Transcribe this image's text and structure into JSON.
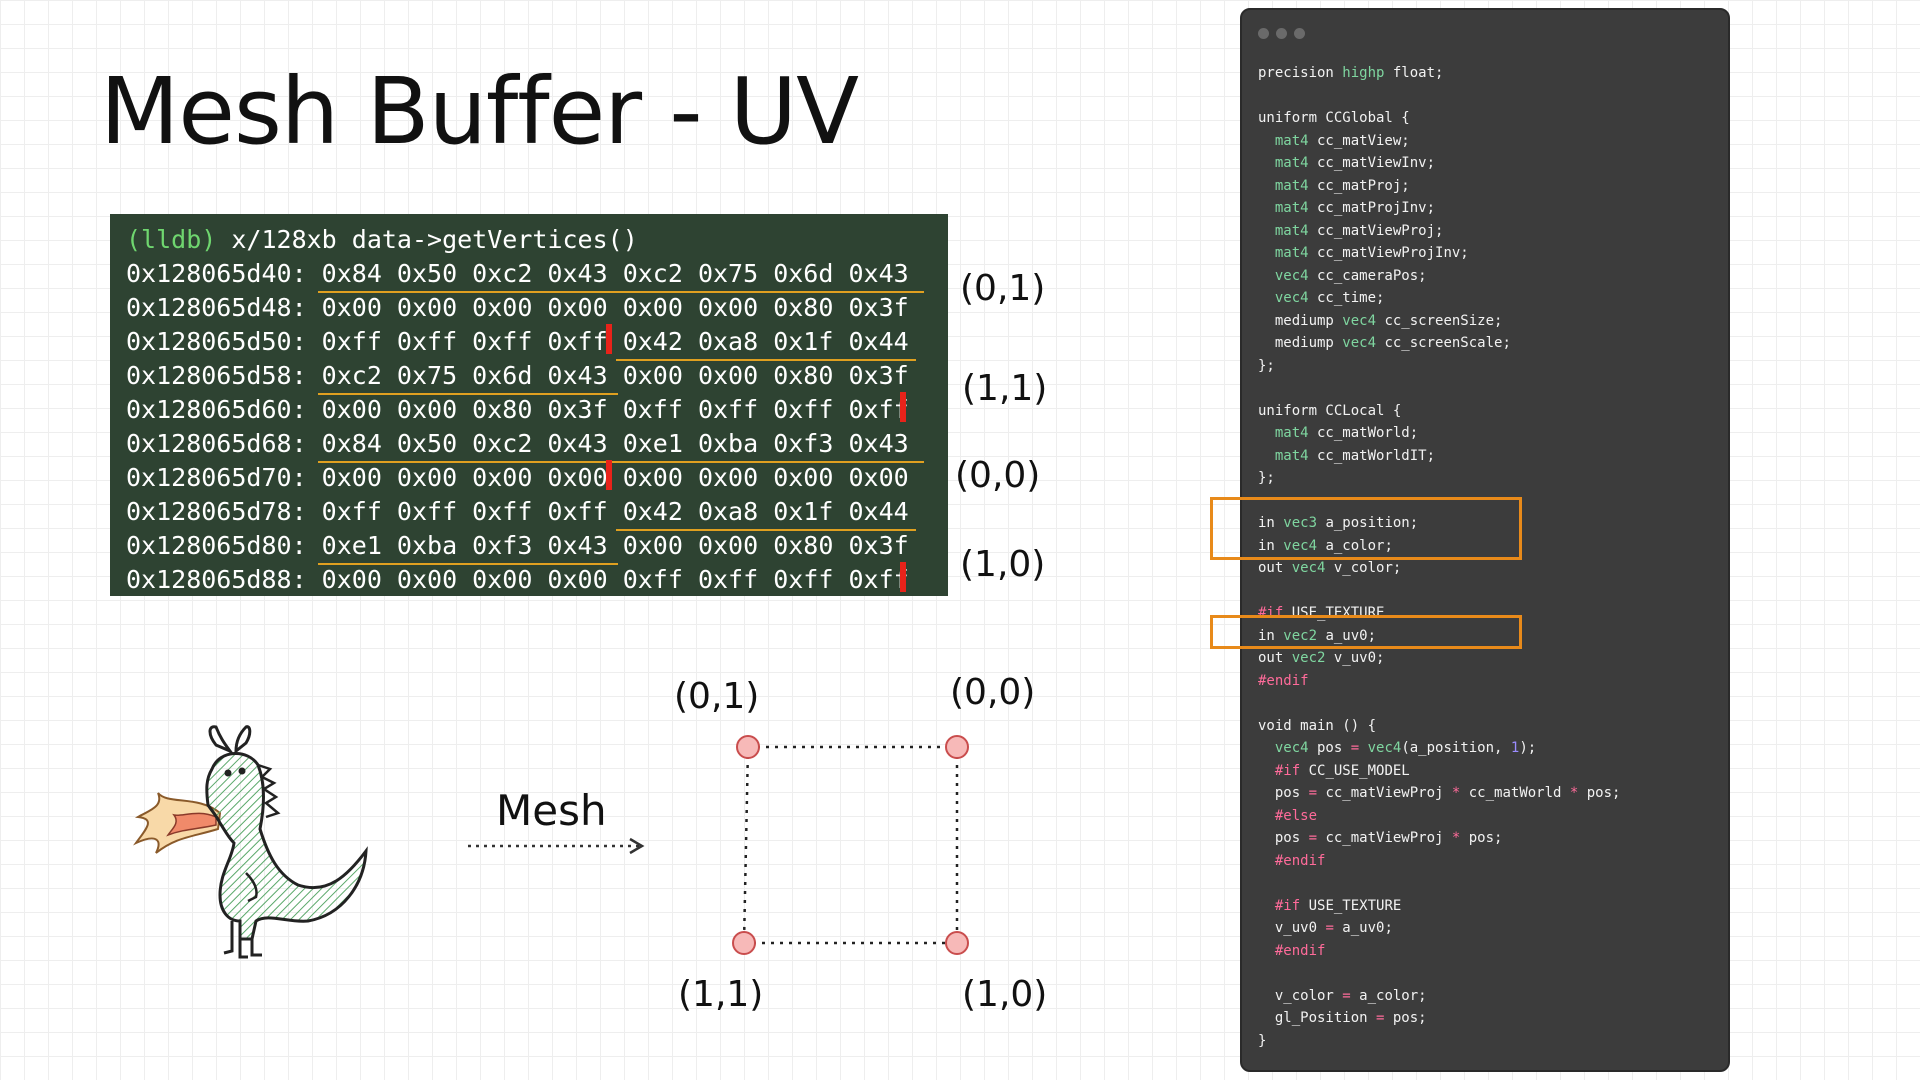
{
  "title": "Mesh Buffer - UV",
  "terminal": {
    "prompt": "(lldb)",
    "command": " x/128xb data->getVertices()",
    "rows": [
      "0x128065d40: 0x84 0x50 0xc2 0x43 0xc2 0x75 0x6d 0x43",
      "0x128065d48: 0x00 0x00 0x00 0x00 0x00 0x00 0x80 0x3f",
      "0x128065d50: 0xff 0xff 0xff 0xff 0x42 0xa8 0x1f 0x44",
      "0x128065d58: 0xc2 0x75 0x6d 0x43 0x00 0x00 0x80 0x3f",
      "0x128065d60: 0x00 0x00 0x80 0x3f 0xff 0xff 0xff 0xff",
      "0x128065d68: 0x84 0x50 0xc2 0x43 0xe1 0xba 0xf3 0x43",
      "0x128065d70: 0x00 0x00 0x00 0x00 0x00 0x00 0x00 0x00",
      "0x128065d78: 0xff 0xff 0xff 0xff 0x42 0xa8 0x1f 0x44",
      "0x128065d80: 0xe1 0xba 0xf3 0x43 0x00 0x00 0x80 0x3f",
      "0x128065d88: 0x00 0x00 0x00 0x00 0xff 0xff 0xff 0xff"
    ]
  },
  "uv_labels": [
    "(0,1)",
    "(1,1)",
    "(0,0)",
    "(1,0)"
  ],
  "quad": {
    "top_left": "(0,1)",
    "top_right": "(0,0)",
    "bottom_left": "(1,1)",
    "bottom_right": "(1,0)"
  },
  "mesh_label": "Mesh",
  "code_lines": [
    [
      {
        "t": "precision "
      },
      {
        "t": "highp",
        "c": "kw"
      },
      {
        "t": " float;"
      }
    ],
    [],
    [
      {
        "t": "uniform CCGlobal {"
      }
    ],
    [
      {
        "t": "  "
      },
      {
        "t": "mat4",
        "c": "kw"
      },
      {
        "t": " cc_matView;"
      }
    ],
    [
      {
        "t": "  "
      },
      {
        "t": "mat4",
        "c": "kw"
      },
      {
        "t": " cc_matViewInv;"
      }
    ],
    [
      {
        "t": "  "
      },
      {
        "t": "mat4",
        "c": "kw"
      },
      {
        "t": " cc_matProj;"
      }
    ],
    [
      {
        "t": "  "
      },
      {
        "t": "mat4",
        "c": "kw"
      },
      {
        "t": " cc_matProjInv;"
      }
    ],
    [
      {
        "t": "  "
      },
      {
        "t": "mat4",
        "c": "kw"
      },
      {
        "t": " cc_matViewProj;"
      }
    ],
    [
      {
        "t": "  "
      },
      {
        "t": "mat4",
        "c": "kw"
      },
      {
        "t": " cc_matViewProjInv;"
      }
    ],
    [
      {
        "t": "  "
      },
      {
        "t": "vec4",
        "c": "kw"
      },
      {
        "t": " cc_cameraPos;"
      }
    ],
    [
      {
        "t": "  "
      },
      {
        "t": "vec4",
        "c": "kw"
      },
      {
        "t": " cc_time;"
      }
    ],
    [
      {
        "t": "  mediump "
      },
      {
        "t": "vec4",
        "c": "kw"
      },
      {
        "t": " cc_screenSize;"
      }
    ],
    [
      {
        "t": "  mediump "
      },
      {
        "t": "vec4",
        "c": "kw"
      },
      {
        "t": " cc_screenScale;"
      }
    ],
    [
      {
        "t": "};"
      }
    ],
    [],
    [
      {
        "t": "uniform CCLocal {"
      }
    ],
    [
      {
        "t": "  "
      },
      {
        "t": "mat4",
        "c": "kw"
      },
      {
        "t": " cc_matWorld;"
      }
    ],
    [
      {
        "t": "  "
      },
      {
        "t": "mat4",
        "c": "kw"
      },
      {
        "t": " cc_matWorldIT;"
      }
    ],
    [
      {
        "t": "};"
      }
    ],
    [],
    [
      {
        "t": "in "
      },
      {
        "t": "vec3",
        "c": "kw"
      },
      {
        "t": " a_position;"
      }
    ],
    [
      {
        "t": "in "
      },
      {
        "t": "vec4",
        "c": "kw"
      },
      {
        "t": " a_color;"
      }
    ],
    [
      {
        "t": "out "
      },
      {
        "t": "vec4",
        "c": "kw"
      },
      {
        "t": " v_color;"
      }
    ],
    [],
    [
      {
        "t": "#if",
        "c": "pp"
      },
      {
        "t": " USE_TEXTURE"
      }
    ],
    [
      {
        "t": "in "
      },
      {
        "t": "vec2",
        "c": "kw"
      },
      {
        "t": " a_uv0;"
      }
    ],
    [
      {
        "t": "out "
      },
      {
        "t": "vec2",
        "c": "kw"
      },
      {
        "t": " v_uv0;"
      }
    ],
    [
      {
        "t": "#endif",
        "c": "pp"
      }
    ],
    [],
    [
      {
        "t": "void main () {"
      }
    ],
    [
      {
        "t": "  "
      },
      {
        "t": "vec4",
        "c": "kw"
      },
      {
        "t": " pos "
      },
      {
        "t": "=",
        "c": "op"
      },
      {
        "t": " "
      },
      {
        "t": "vec4",
        "c": "kw"
      },
      {
        "t": "(a_position, "
      },
      {
        "t": "1",
        "c": "num"
      },
      {
        "t": ");"
      }
    ],
    [
      {
        "t": "  "
      },
      {
        "t": "#if",
        "c": "pp"
      },
      {
        "t": " CC_USE_MODEL"
      }
    ],
    [
      {
        "t": "  pos "
      },
      {
        "t": "=",
        "c": "op"
      },
      {
        "t": " cc_matViewProj "
      },
      {
        "t": "*",
        "c": "op"
      },
      {
        "t": " cc_matWorld "
      },
      {
        "t": "*",
        "c": "op"
      },
      {
        "t": " pos;"
      }
    ],
    [
      {
        "t": "  "
      },
      {
        "t": "#else",
        "c": "pp"
      }
    ],
    [
      {
        "t": "  pos "
      },
      {
        "t": "=",
        "c": "op"
      },
      {
        "t": " cc_matViewProj "
      },
      {
        "t": "*",
        "c": "op"
      },
      {
        "t": " pos;"
      }
    ],
    [
      {
        "t": "  "
      },
      {
        "t": "#endif",
        "c": "pp"
      }
    ],
    [],
    [
      {
        "t": "  "
      },
      {
        "t": "#if",
        "c": "pp"
      },
      {
        "t": " USE_TEXTURE"
      }
    ],
    [
      {
        "t": "  v_uv0 "
      },
      {
        "t": "=",
        "c": "op"
      },
      {
        "t": " a_uv0;"
      }
    ],
    [
      {
        "t": "  "
      },
      {
        "t": "#endif",
        "c": "pp"
      }
    ],
    [],
    [
      {
        "t": "  v_color "
      },
      {
        "t": "=",
        "c": "op"
      },
      {
        "t": " a_color;"
      }
    ],
    [
      {
        "t": "  gl_Position "
      },
      {
        "t": "=",
        "c": "op"
      },
      {
        "t": " pos;"
      }
    ],
    [
      {
        "t": "}"
      }
    ]
  ],
  "colors": {
    "terminal_bg": "#2e4332",
    "prompt": "#6fd66f",
    "underline": "#e0a020",
    "marker": "#e8231a",
    "code_bg": "#3c3c3c",
    "keyword": "#7fd6a0",
    "preprocessor": "#ff6b9a",
    "highlight_box": "#e88a1a",
    "vertex_fill": "#f7b9b8"
  },
  "icons": [
    "dragon-illustration",
    "dotted-arrow-icon",
    "window-dots-icon"
  ]
}
